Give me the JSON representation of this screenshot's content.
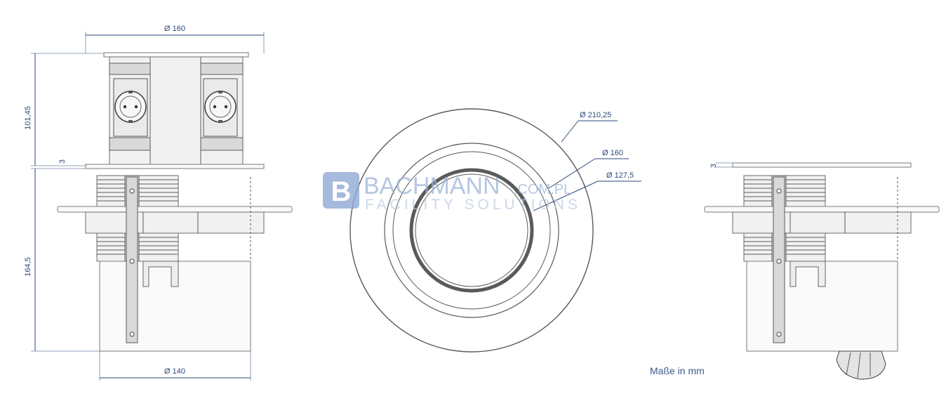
{
  "dimensions": {
    "top_width": "Ø 160",
    "bottom_width": "Ø 140",
    "upper_height": "101,45",
    "flange_thickness": "3",
    "lower_height": "164,5",
    "outer_diameter": "Ø 210,25",
    "middle_diameter": "Ø 160",
    "inner_diameter": "Ø 127,5",
    "right_flange_thickness": "3"
  },
  "note": "Maße in mm",
  "watermark": {
    "logo_letter": "B",
    "name": "BACHMANN",
    "domain": ".COM.PL",
    "tagline": "FACILITY SOLUTIONS"
  },
  "colors": {
    "dimension": "#2a4a7a",
    "watermark": "#9db3d6",
    "logo_fill": "#8fa9d3",
    "part_stroke": "#6a6a6a"
  },
  "icons": {
    "socket": "schuko-socket-icon"
  }
}
